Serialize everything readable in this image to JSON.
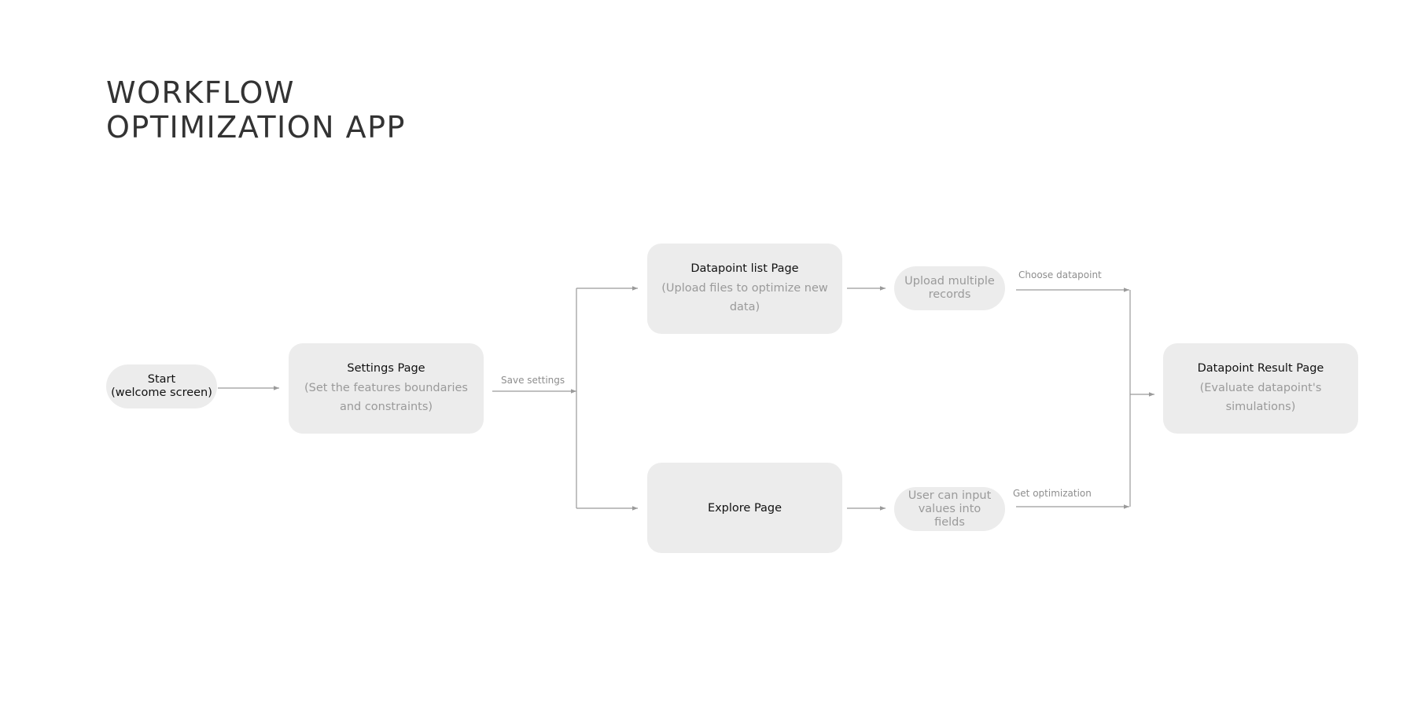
{
  "title": {
    "line1": "WORKFLOW",
    "line2": "OPTIMIZATION APP"
  },
  "nodes": {
    "start": {
      "line1": "Start",
      "line2": "(welcome screen)"
    },
    "settings": {
      "title": "Settings Page",
      "description": "(Set the features boundaries and constraints)"
    },
    "datapoint_list": {
      "title": "Datapoint list Page",
      "description": "(Upload files to optimize new data)"
    },
    "upload_records": {
      "text": "Upload multiple records"
    },
    "explore": {
      "title": "Explore Page"
    },
    "input_values": {
      "text": "User can input values into fields"
    },
    "result": {
      "title": "Datapoint Result Page",
      "description": "(Evaluate datapoint's simulations)"
    }
  },
  "edges": {
    "save_settings": "Save settings",
    "choose_datapoint": "Choose datapoint",
    "get_optimization": "Get optimization"
  },
  "colors": {
    "node_fill": "#ececec",
    "connector": "#9a9a9a",
    "muted_text": "#9a9a9a",
    "title_text": "#333333"
  }
}
